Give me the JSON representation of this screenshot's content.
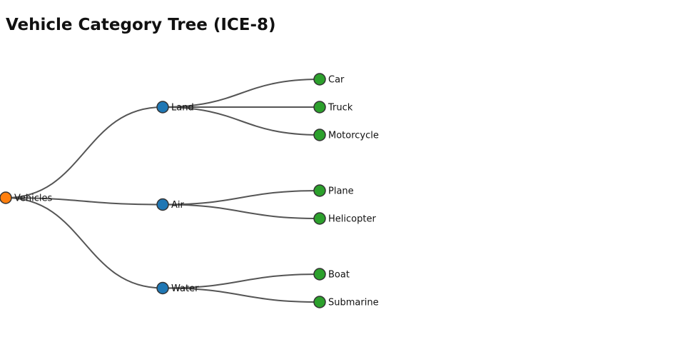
{
  "title": "Vehicle Category Tree (ICE-8)",
  "colors": {
    "root": "#ff7f0e",
    "internal": "#1f77b4",
    "leaf": "#2ca02c",
    "link": "#555555"
  },
  "tree": {
    "name": "Vehicles",
    "children": [
      {
        "name": "Land",
        "children": [
          {
            "name": "Car"
          },
          {
            "name": "Truck"
          },
          {
            "name": "Motorcycle"
          }
        ]
      },
      {
        "name": "Air",
        "children": [
          {
            "name": "Plane"
          },
          {
            "name": "Helicopter"
          }
        ]
      },
      {
        "name": "Water",
        "children": [
          {
            "name": "Boat"
          },
          {
            "name": "Submarine"
          }
        ]
      }
    ]
  }
}
